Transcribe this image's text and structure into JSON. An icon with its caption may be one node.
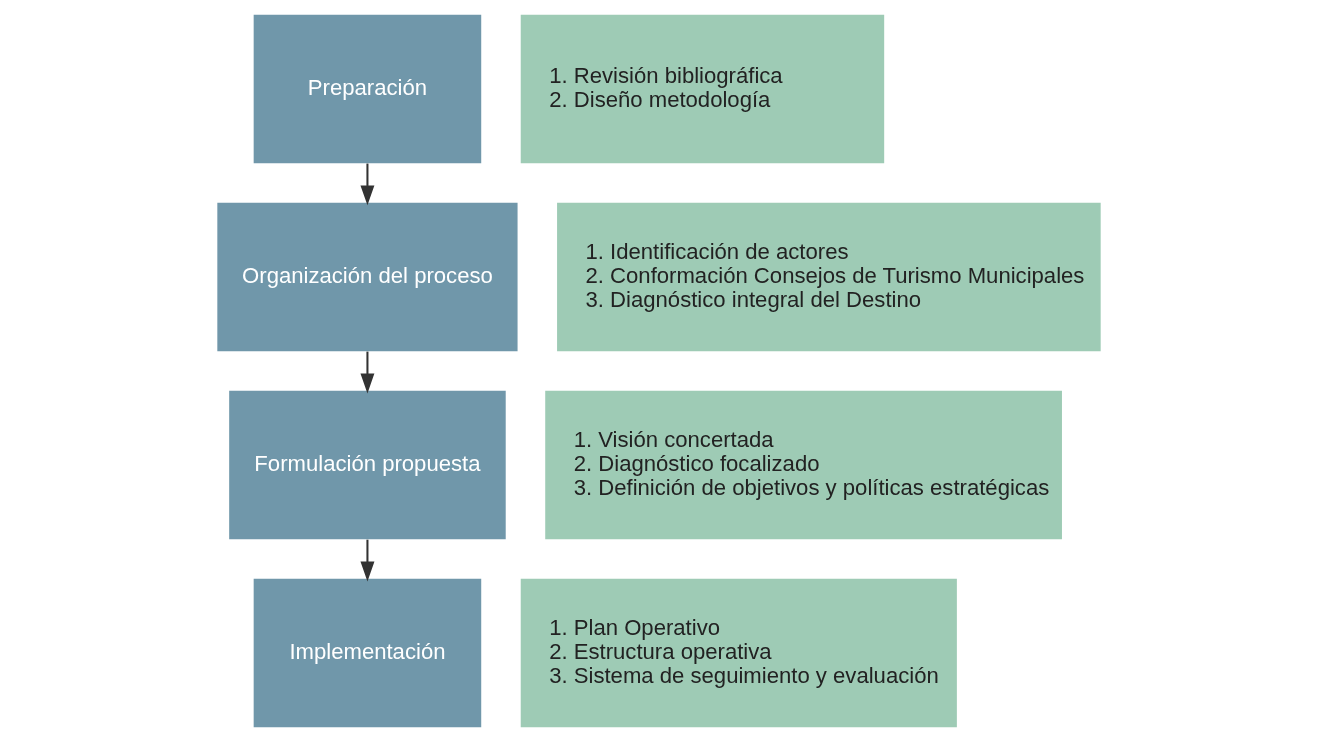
{
  "diagram": {
    "nodes": [
      {
        "text": [
          "Preparación"
        ]
      },
      {
        "text": [
          "1. Revisión bibliográfica",
          "2. Diseño metodología"
        ]
      },
      {
        "text": [
          "Organización del proceso"
        ]
      },
      {
        "text": [
          "1. Identificación de actores",
          "2. Conformación Consejos de Turismo Municipales",
          "3. Diagnóstico integral del Destino"
        ]
      },
      {
        "text": [
          "Formulación propuesta"
        ]
      },
      {
        "text": [
          "1. Visión concertada",
          "2. Diagnóstico focalizado",
          "3. Definición de objetivos y políticas estratégicas"
        ]
      },
      {
        "text": [
          "Implementación"
        ]
      },
      {
        "text": [
          "1. Plan Operativo",
          "2. Estructura operativa",
          "3. Sistema de seguimiento y evaluación"
        ]
      }
    ],
    "edges": [
      {
        "from": 0,
        "to": 2,
        "arrow": "to"
      },
      {
        "from": 2,
        "to": 4,
        "arrow": "to"
      },
      {
        "from": 4,
        "to": 6,
        "arrow": "to"
      }
    ]
  }
}
